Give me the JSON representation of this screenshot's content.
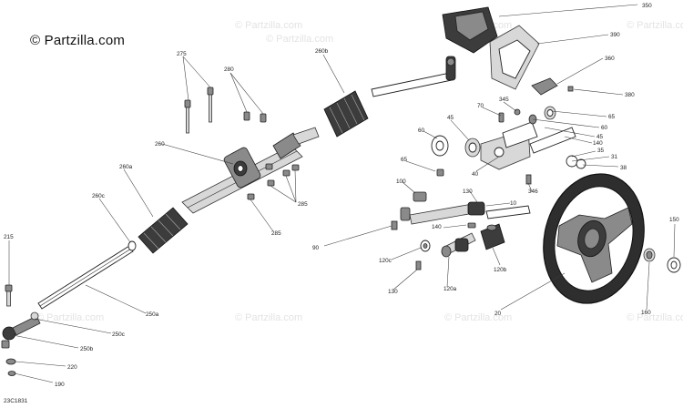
{
  "brand": "© Partzilla.com",
  "watermark": "© Partzilla.com",
  "diagram_code": "23C1831",
  "callouts": [
    {
      "id": "350",
      "label": "350"
    },
    {
      "id": "390",
      "label": "390"
    },
    {
      "id": "360",
      "label": "360"
    },
    {
      "id": "380",
      "label": "380"
    },
    {
      "id": "345",
      "label": "345"
    },
    {
      "id": "65a",
      "label": "65"
    },
    {
      "id": "60a",
      "label": "60"
    },
    {
      "id": "45a",
      "label": "45"
    },
    {
      "id": "140a",
      "label": "140"
    },
    {
      "id": "35",
      "label": "35"
    },
    {
      "id": "31",
      "label": "31"
    },
    {
      "id": "38",
      "label": "38"
    },
    {
      "id": "70",
      "label": "70"
    },
    {
      "id": "45b",
      "label": "45"
    },
    {
      "id": "60b",
      "label": "60"
    },
    {
      "id": "65b",
      "label": "65"
    },
    {
      "id": "40",
      "label": "40"
    },
    {
      "id": "100",
      "label": "100"
    },
    {
      "id": "130a",
      "label": "130"
    },
    {
      "id": "10",
      "label": "10"
    },
    {
      "id": "346",
      "label": "346"
    },
    {
      "id": "140b",
      "label": "140"
    },
    {
      "id": "90",
      "label": "90"
    },
    {
      "id": "120c",
      "label": "120c"
    },
    {
      "id": "130b",
      "label": "130"
    },
    {
      "id": "120a",
      "label": "120a"
    },
    {
      "id": "120b",
      "label": "120b"
    },
    {
      "id": "20",
      "label": "20"
    },
    {
      "id": "150",
      "label": "150"
    },
    {
      "id": "160",
      "label": "160"
    },
    {
      "id": "275",
      "label": "275"
    },
    {
      "id": "280",
      "label": "280"
    },
    {
      "id": "260b",
      "label": "260b"
    },
    {
      "id": "260",
      "label": "260"
    },
    {
      "id": "260a",
      "label": "260a"
    },
    {
      "id": "260c",
      "label": "260c"
    },
    {
      "id": "285a",
      "label": "285"
    },
    {
      "id": "285b",
      "label": "285"
    },
    {
      "id": "215",
      "label": "215"
    },
    {
      "id": "250a",
      "label": "250a"
    },
    {
      "id": "250c",
      "label": "250c"
    },
    {
      "id": "250b",
      "label": "250b"
    },
    {
      "id": "220",
      "label": "220"
    },
    {
      "id": "190",
      "label": "190"
    }
  ]
}
